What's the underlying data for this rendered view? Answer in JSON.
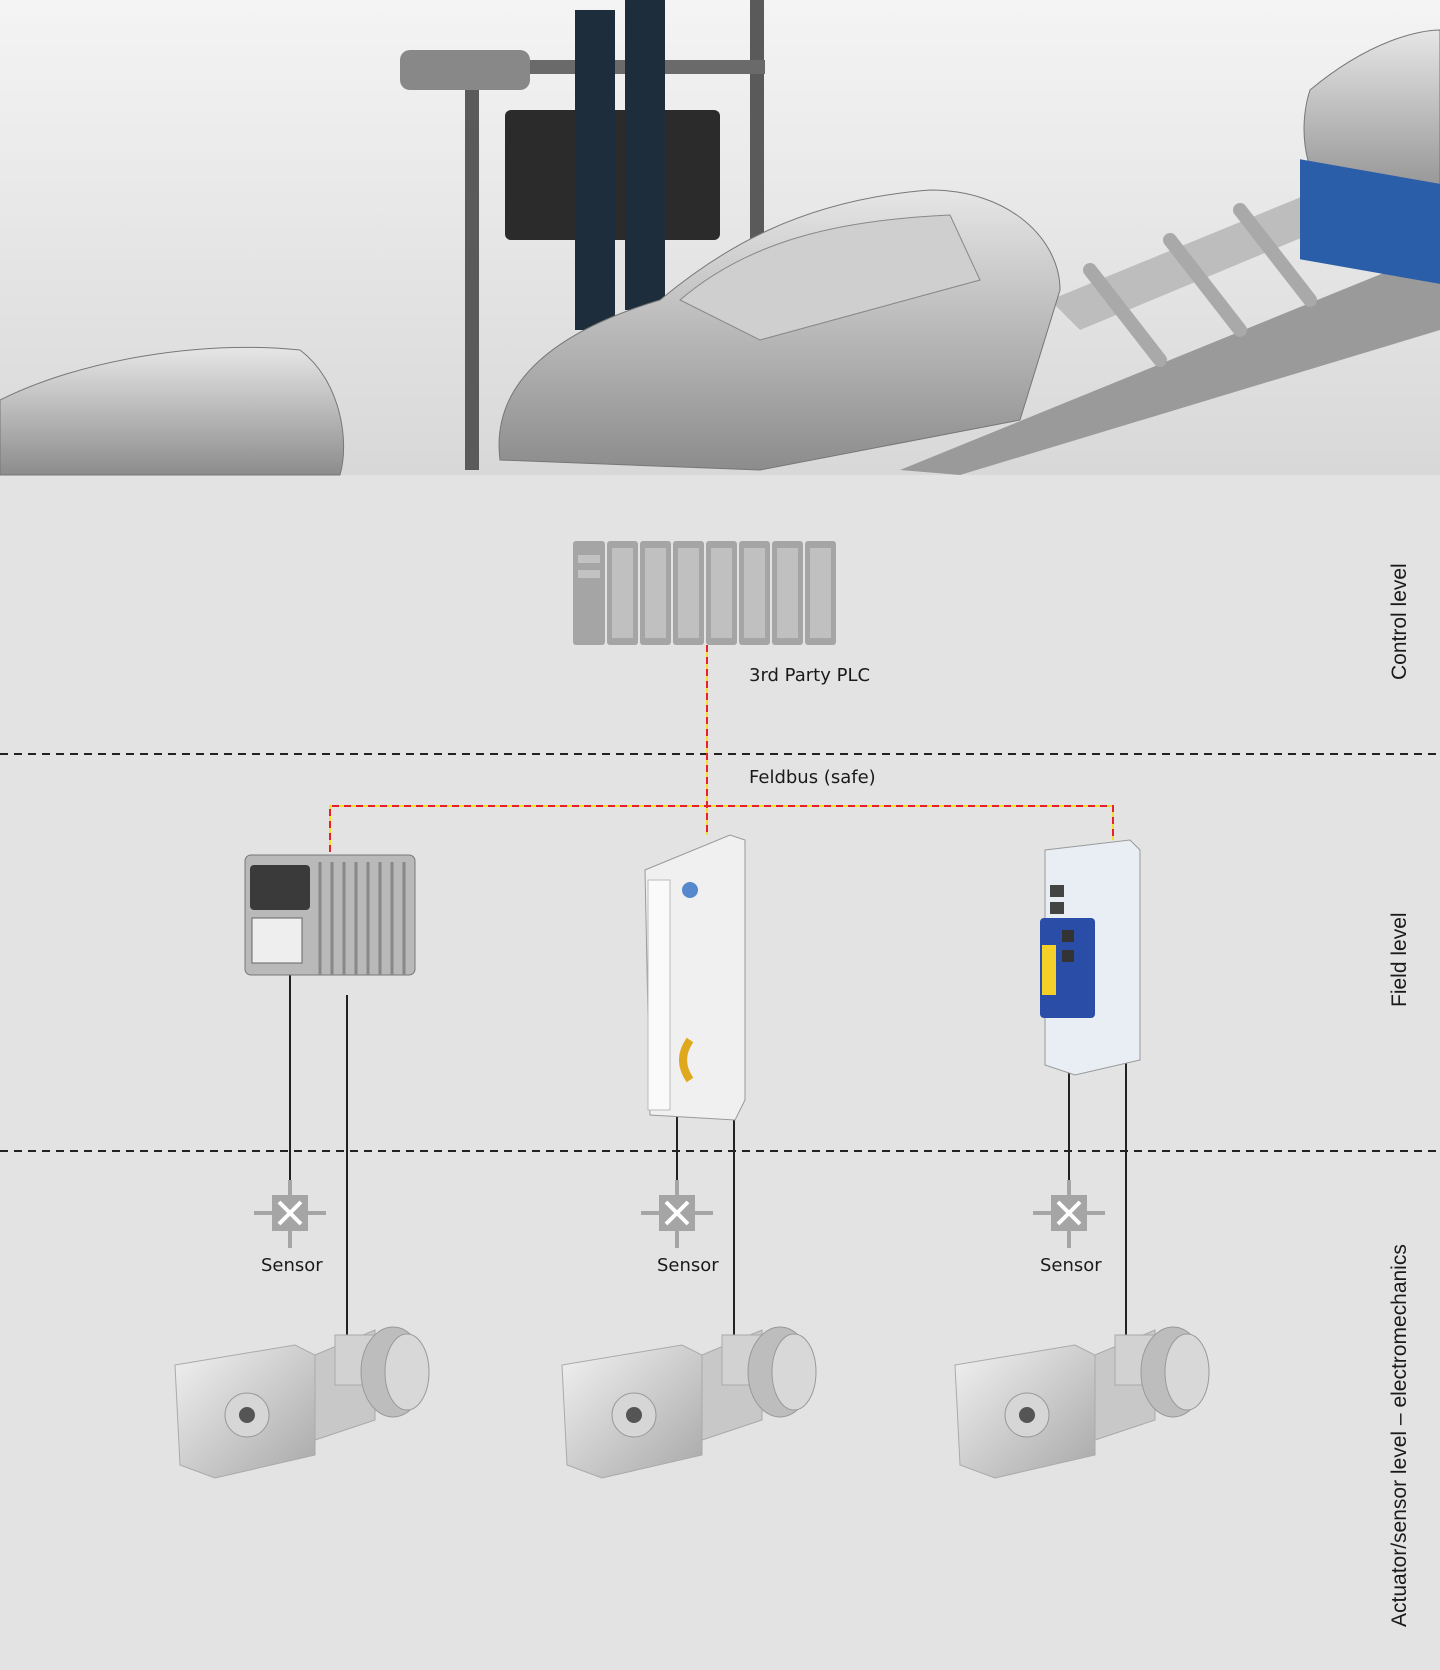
{
  "plc": {
    "label": "3rd Party PLC"
  },
  "fieldbus": {
    "label": "Feldbus (safe)",
    "color_dash": "#e8202a",
    "color_base": "#f5e030"
  },
  "sensors": [
    {
      "label": "Sensor"
    },
    {
      "label": "Sensor"
    },
    {
      "label": "Sensor"
    }
  ],
  "levels": {
    "control": "Control level",
    "field": "Field level",
    "actuator": "Actuator/sensor level – electromechanics"
  },
  "colors": {
    "background": "#e3e3e3",
    "device_blue": "#2a4ea8"
  }
}
